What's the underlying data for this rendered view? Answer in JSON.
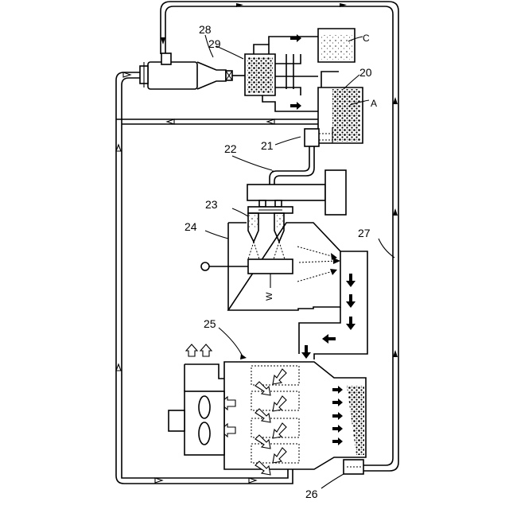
{
  "reference_labels": {
    "n20": "20",
    "n21": "21",
    "n22": "22",
    "n23": "23",
    "n24": "24",
    "n25": "25",
    "n26": "26",
    "n27": "27",
    "n28": "28",
    "n29": "29"
  },
  "letter_labels": {
    "a": "A",
    "c": "C",
    "w": "W"
  }
}
